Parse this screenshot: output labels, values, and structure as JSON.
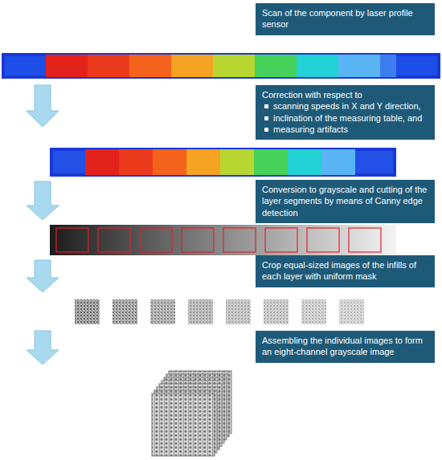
{
  "diagram": {
    "nodes": [
      {
        "text": [
          "Scan of the component by laser profile sensor"
        ]
      },
      {
        "text": [
          "Correction with respect to",
          "scanning speeds in X and Y direction,",
          "inclination of the measuring table, and",
          "measuring artifacts"
        ]
      },
      {
        "text": [
          "Conversion to grayscale and cutting of the layer segments by means of Canny edge detection"
        ]
      },
      {
        "text": [
          "Crop equal-sized images of the infills of each layer with uniform mask"
        ]
      },
      {
        "text": [
          "Assembling the individual images to form an eight-channel grayscale image"
        ]
      }
    ]
  }
}
